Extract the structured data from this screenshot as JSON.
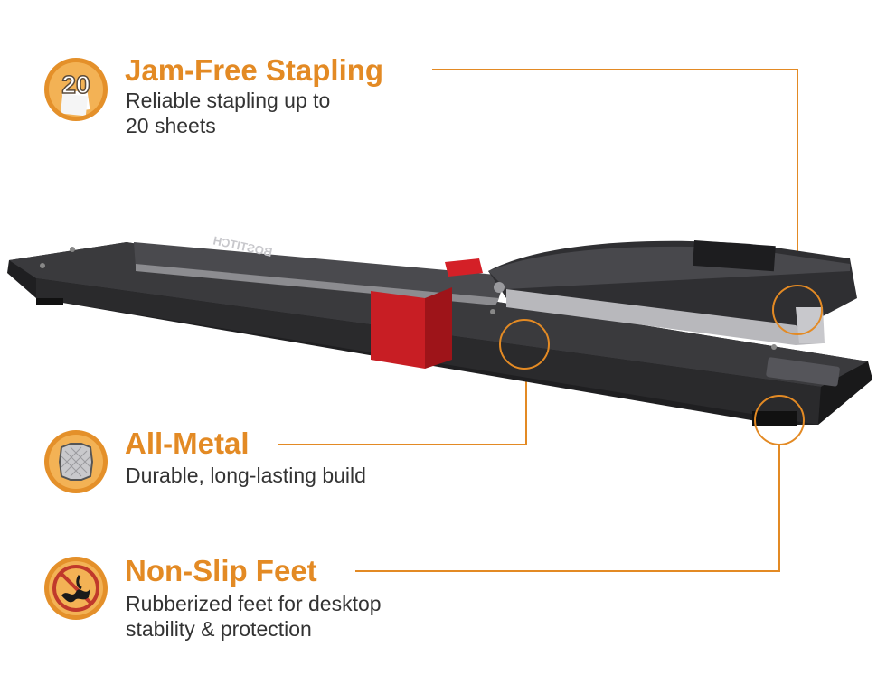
{
  "features": [
    {
      "id": "jam-free",
      "title": "Jam-Free Stapling",
      "desc_lines": [
        "Reliable stapling up to",
        "20 sheets"
      ],
      "icon": "sheet-count-20-icon",
      "badge_text": "20"
    },
    {
      "id": "all-metal",
      "title": "All-Metal",
      "desc_lines": [
        "Durable, long-lasting build"
      ],
      "icon": "metal-plate-icon"
    },
    {
      "id": "non-slip",
      "title": "Non-Slip Feet",
      "desc_lines": [
        "Rubberized feet for desktop",
        "stability & protection"
      ],
      "icon": "no-slip-banana-icon"
    }
  ],
  "product": {
    "brand_mark": "BOSTITCH"
  },
  "colors": {
    "accent": "#e38a24",
    "badge_outer": "#e4902a",
    "badge_inner": "#f3b255",
    "text": "#333333",
    "stapler_body": "#2b2b2d",
    "guide_red": "#d42027"
  }
}
